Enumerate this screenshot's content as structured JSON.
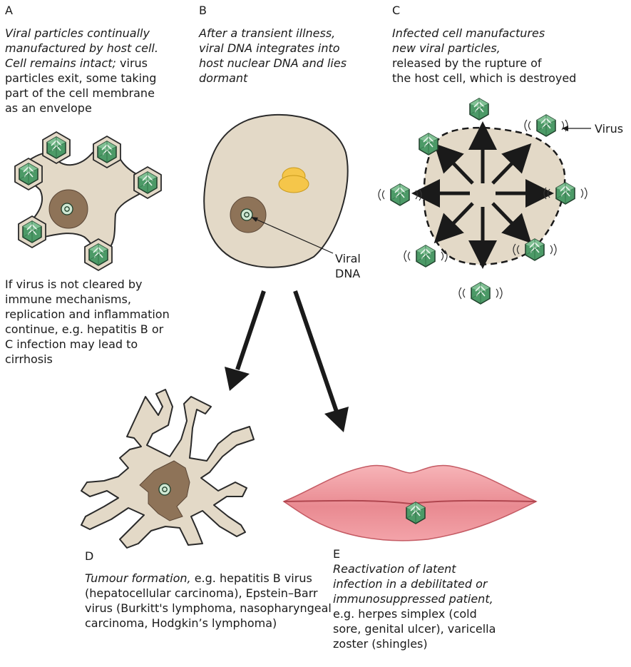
{
  "panels": {
    "A": {
      "letter": "A",
      "caption_lines": [
        {
          "italic": "Viral particles continually",
          "normal": ""
        },
        {
          "italic": "manufactured by host cell.",
          "normal": ""
        },
        {
          "italic": "Cell remains intact;",
          "normal": " virus"
        },
        {
          "italic": "",
          "normal": "particles exit, some taking"
        },
        {
          "italic": "",
          "normal": "part of the cell membrane"
        },
        {
          "italic": "",
          "normal": "as an envelope"
        }
      ],
      "note_lines": [
        "If virus is not cleared by",
        "immune mechanisms,",
        "replication and inflammation",
        "continue, e.g. hepatitis B or",
        "C infection may lead to",
        "cirrhosis"
      ]
    },
    "B": {
      "letter": "B",
      "caption_lines": [
        "After a transient illness,",
        "viral DNA integrates into",
        "host nuclear DNA and lies",
        "dormant"
      ],
      "label_lines": [
        "Viral",
        "DNA"
      ]
    },
    "C": {
      "letter": "C",
      "caption_italic_lines": [
        "Infected cell manufactures",
        "new viral particles,"
      ],
      "caption_normal_lines": [
        "released by the rupture of",
        "the host cell, which is destroyed"
      ],
      "virus_label": "Virus"
    },
    "D": {
      "letter": "D",
      "caption_lines": [
        {
          "italic": "Tumour formation,",
          "normal": " e.g. hepatitis B virus"
        },
        {
          "italic": "",
          "normal": "(hepatocellular carcinoma), Epstein–Barr"
        },
        {
          "italic": "",
          "normal": "virus (Burkitt's lymphoma, nasopharyngeal"
        },
        {
          "italic": "",
          "normal": "carcinoma, Hodgkin’s lymphoma)"
        }
      ]
    },
    "E": {
      "letter": "E",
      "caption_italic_lines": [
        "Reactivation of latent",
        "infection in a debilitated or",
        "immunosuppressed patient,"
      ],
      "caption_normal_lines": [
        "e.g. herpes simplex (cold",
        "sore, genital ulcer), varicella",
        "zoster (shingles)"
      ]
    }
  },
  "colors": {
    "cell_fill": "#e3d9c7",
    "nucleus_fill": "#8e7358",
    "virus_fill": "#4c9a67",
    "virus_light": "#a9d8b6",
    "dna_fill": "#cfe7d3",
    "organelle_fill": "#f5c64a",
    "lip_fill": "#ec8f95",
    "outline": "#2a2a2a"
  },
  "icons": [
    "virus-particle-icon",
    "arrow-icon",
    "lips-illustration"
  ]
}
